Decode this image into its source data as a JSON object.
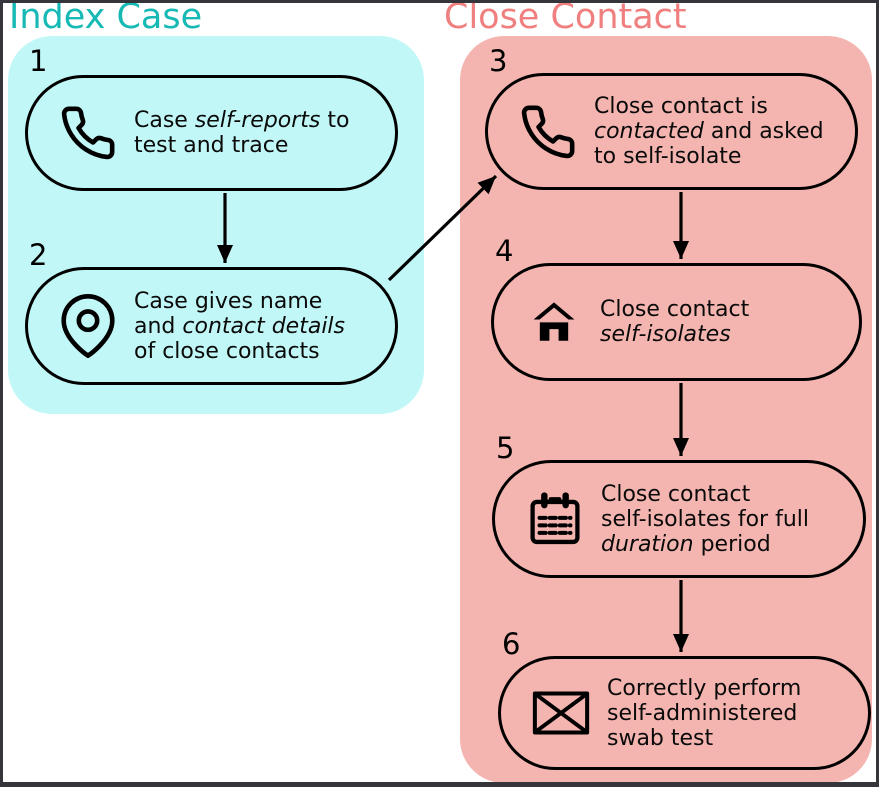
{
  "titles": {
    "index_case": "Index Case",
    "close_contact": "Close Contact"
  },
  "colors": {
    "index_bg": "#c2f7f7",
    "index_title": "#17b9b5",
    "contact_bg": "#f4b5b0",
    "contact_title": "#f08080",
    "node_border": "#000000",
    "frame_border": "#35363c"
  },
  "nodes": [
    {
      "number": "1",
      "group": "index",
      "icon": "phone-icon",
      "lines": [
        {
          "pre": "Case ",
          "italic": "self-reports",
          "post": " to"
        },
        {
          "pre": "test and trace"
        }
      ]
    },
    {
      "number": "2",
      "group": "index",
      "icon": "location-pin-icon",
      "lines": [
        {
          "pre": "Case gives name"
        },
        {
          "pre": "and ",
          "italic": "contact details"
        },
        {
          "pre": "of close contacts"
        }
      ]
    },
    {
      "number": "3",
      "group": "contact",
      "icon": "phone-icon",
      "lines": [
        {
          "pre": "Close contact is"
        },
        {
          "italic": "contacted",
          "post": " and asked"
        },
        {
          "pre": "to self-isolate"
        }
      ]
    },
    {
      "number": "4",
      "group": "contact",
      "icon": "home-icon",
      "lines": [
        {
          "pre": "Close contact"
        },
        {
          "italic": "self-isolates"
        }
      ]
    },
    {
      "number": "5",
      "group": "contact",
      "icon": "calendar-icon",
      "lines": [
        {
          "pre": "Close contact"
        },
        {
          "pre": "self-isolates for full"
        },
        {
          "italic": "duration",
          "post": " period"
        }
      ]
    },
    {
      "number": "6",
      "group": "contact",
      "icon": "envelope-icon",
      "lines": [
        {
          "pre": "Correctly perform"
        },
        {
          "pre": "self-administered"
        },
        {
          "pre": "swab test"
        }
      ]
    }
  ]
}
